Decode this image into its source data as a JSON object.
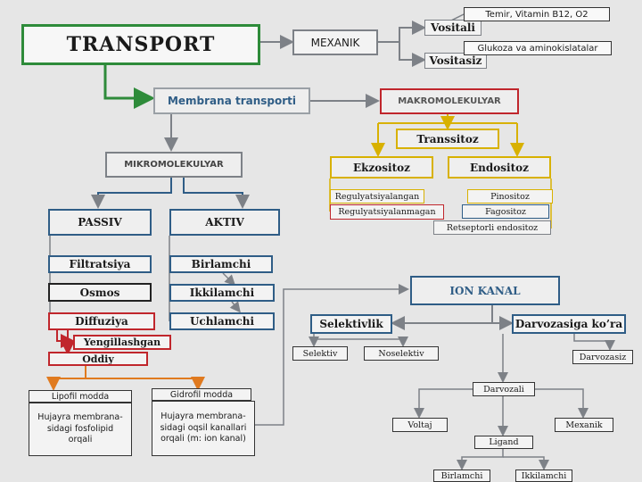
{
  "colors": {
    "background": "#e6e6e6",
    "green": "#2e8b3a",
    "red": "#c0262c",
    "yellow": "#d8b100",
    "blue": "#2f5d86",
    "gray": "#7d8187",
    "orange": "#e07a1f"
  },
  "nodes": {
    "transport": "TRANSPORT",
    "mexanik": "MEXANIK",
    "vositali": "Vositali",
    "vositasiz": "Vositasiz",
    "temir_vitamin": "Temir, Vitamin B12, O2",
    "glukoza": "Glukoza va aminokislatalar",
    "membrana": "Membrana transporti",
    "makromolekulyar": "MAKROMOLEKULYAR",
    "transsitoz": "Transsitoz",
    "ekzositoz": "Ekzositoz",
    "endositoz": "Endositoz",
    "regulyatsiyalangan": "Regulyatsiyalangan",
    "regulyatsiyalanmagan": "Regulyatsiyalanmagan",
    "pinositoz": "Pinositoz",
    "fagositoz": "Fagositoz",
    "retseptorli": "Retseptorli endositoz",
    "mikromolekulyar": "MIKROMOLEKULYAR",
    "passiv": "PASSIV",
    "aktiv": "AKTIV",
    "filtratsiya": "Filtratsiya",
    "osmos": "Osmos",
    "diffuziya": "Diffuziya",
    "yengillashgan": "Yengillashgan",
    "oddiy": "Oddiy",
    "birlamchi": "Birlamchi",
    "ikkilamchi": "Ikkilamchi",
    "uchlamchi": "Uchlamchi",
    "lipofil": "Lipofil modda",
    "gidrofil": "Gidrofil modda",
    "lipofil_text": "Hujayra membrana-sidagi fosfolipid orqali",
    "gidrofil_text": "Hujayra membrana-sidagi oqsil kanallari orqali (m: ion kanal)",
    "ion_kanal": "ION KANAL",
    "selektivlik": "Selektivlik",
    "darvozasiga": "Darvozasiga ko’ra",
    "selektiv": "Selektiv",
    "noselektiv": "Noselektiv",
    "darvozasiz": "Darvozasiz",
    "darvozali": "Darvozali",
    "voltaj": "Voltaj",
    "ion_mexanik": "Mexanik",
    "ligand": "Ligand",
    "ligand_birlamchi": "Birlamchi",
    "ligand_ikkilamchi": "Ikkilamchi"
  }
}
